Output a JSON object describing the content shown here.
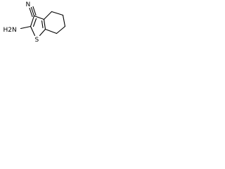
{
  "molecule": {
    "atoms": {
      "nitrogen": "N",
      "sulfur": "S",
      "amine": "H2N"
    },
    "colors": {
      "bond": "#000000",
      "text": "#000000",
      "background": "#ffffff"
    }
  }
}
